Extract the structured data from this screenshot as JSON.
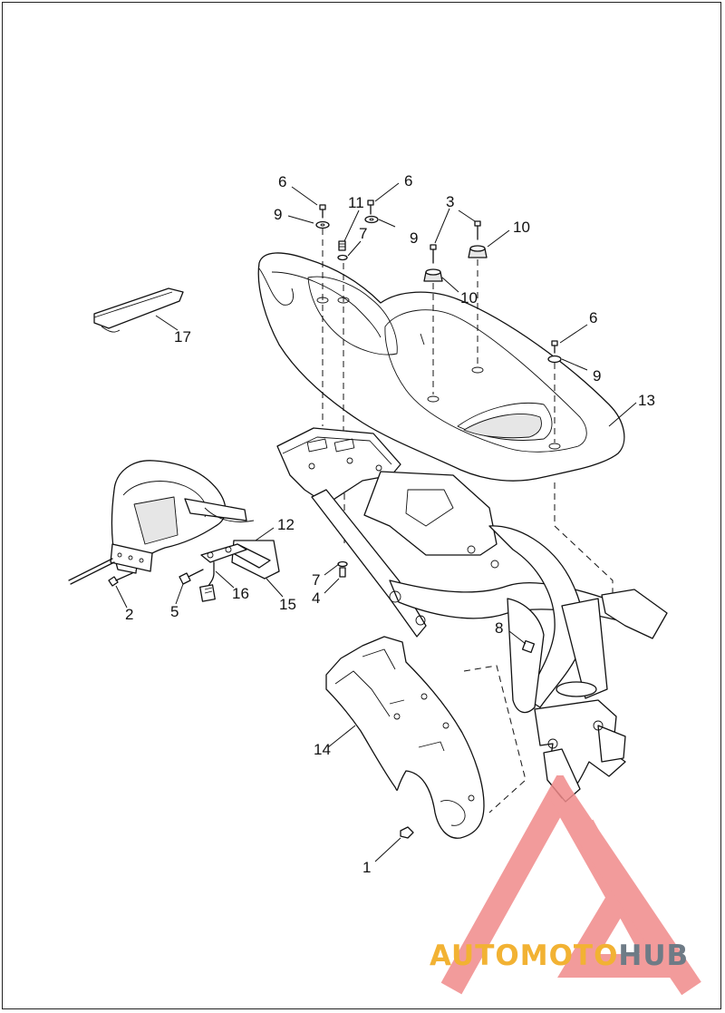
{
  "diagram": {
    "callouts": [
      {
        "id": "c6a",
        "text": "6"
      },
      {
        "id": "c11",
        "text": "11"
      },
      {
        "id": "c6b",
        "text": "6"
      },
      {
        "id": "c3",
        "text": "3"
      },
      {
        "id": "c10a",
        "text": "10"
      },
      {
        "id": "c9a",
        "text": "9"
      },
      {
        "id": "c7a",
        "text": "7"
      },
      {
        "id": "c9b",
        "text": "9"
      },
      {
        "id": "c10b",
        "text": "10"
      },
      {
        "id": "c17",
        "text": "17"
      },
      {
        "id": "c6c",
        "text": "6"
      },
      {
        "id": "c9c",
        "text": "9"
      },
      {
        "id": "c13",
        "text": "13"
      },
      {
        "id": "c12",
        "text": "12"
      },
      {
        "id": "c2",
        "text": "2"
      },
      {
        "id": "c5",
        "text": "5"
      },
      {
        "id": "c16",
        "text": "16"
      },
      {
        "id": "c15",
        "text": "15"
      },
      {
        "id": "c7b",
        "text": "7"
      },
      {
        "id": "c4",
        "text": "4"
      },
      {
        "id": "c8",
        "text": "8"
      },
      {
        "id": "c14",
        "text": "14"
      },
      {
        "id": "c1",
        "text": "1"
      }
    ]
  },
  "watermark": {
    "brand_part1": "AUTO",
    "brand_part2": "MOTO",
    "brand_part3": "HUB",
    "logo_color": "#f08a8a",
    "accent_color": "#f2b233",
    "hub_color": "#6e7b86"
  }
}
